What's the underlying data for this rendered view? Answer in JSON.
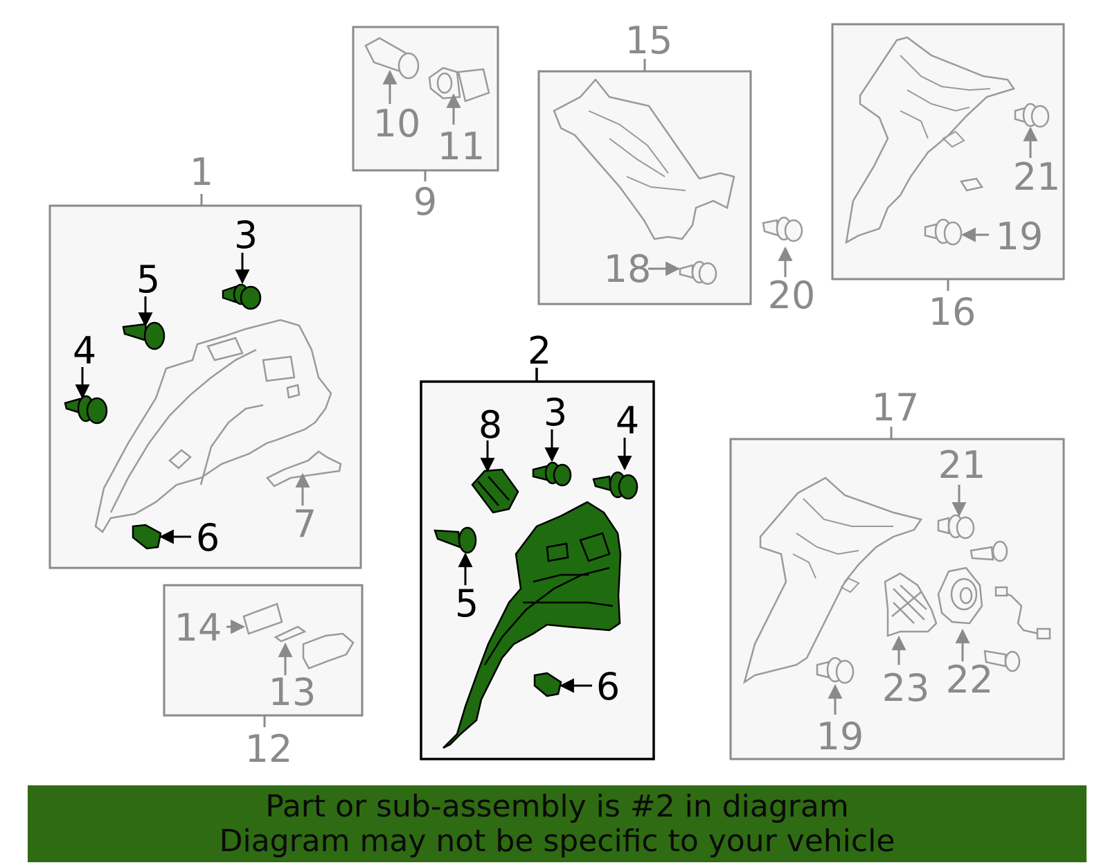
{
  "callouts": {
    "c1": "1",
    "c2": "2",
    "c3a": "3",
    "c3b": "3",
    "c4a": "4",
    "c4b": "4",
    "c5a": "5",
    "c5b": "5",
    "c6a": "6",
    "c6b": "6",
    "c7": "7",
    "c8": "8",
    "c9": "9",
    "c10": "10",
    "c11": "11",
    "c12": "12",
    "c13": "13",
    "c14": "14",
    "c15": "15",
    "c16": "16",
    "c17": "17",
    "c18": "18",
    "c19a": "19",
    "c19b": "19",
    "c20": "20",
    "c21a": "21",
    "c21b": "21",
    "c22": "22",
    "c23": "23"
  },
  "banner": {
    "line1": "Part or sub-assembly is #2 in diagram",
    "line2": "Diagram may not be specific to your vehicle"
  },
  "colors": {
    "highlight": "#2e6b12",
    "part_fill": "#1f6b10",
    "gray": "#8a8a8a",
    "box_bg": "#f7f7f7"
  }
}
